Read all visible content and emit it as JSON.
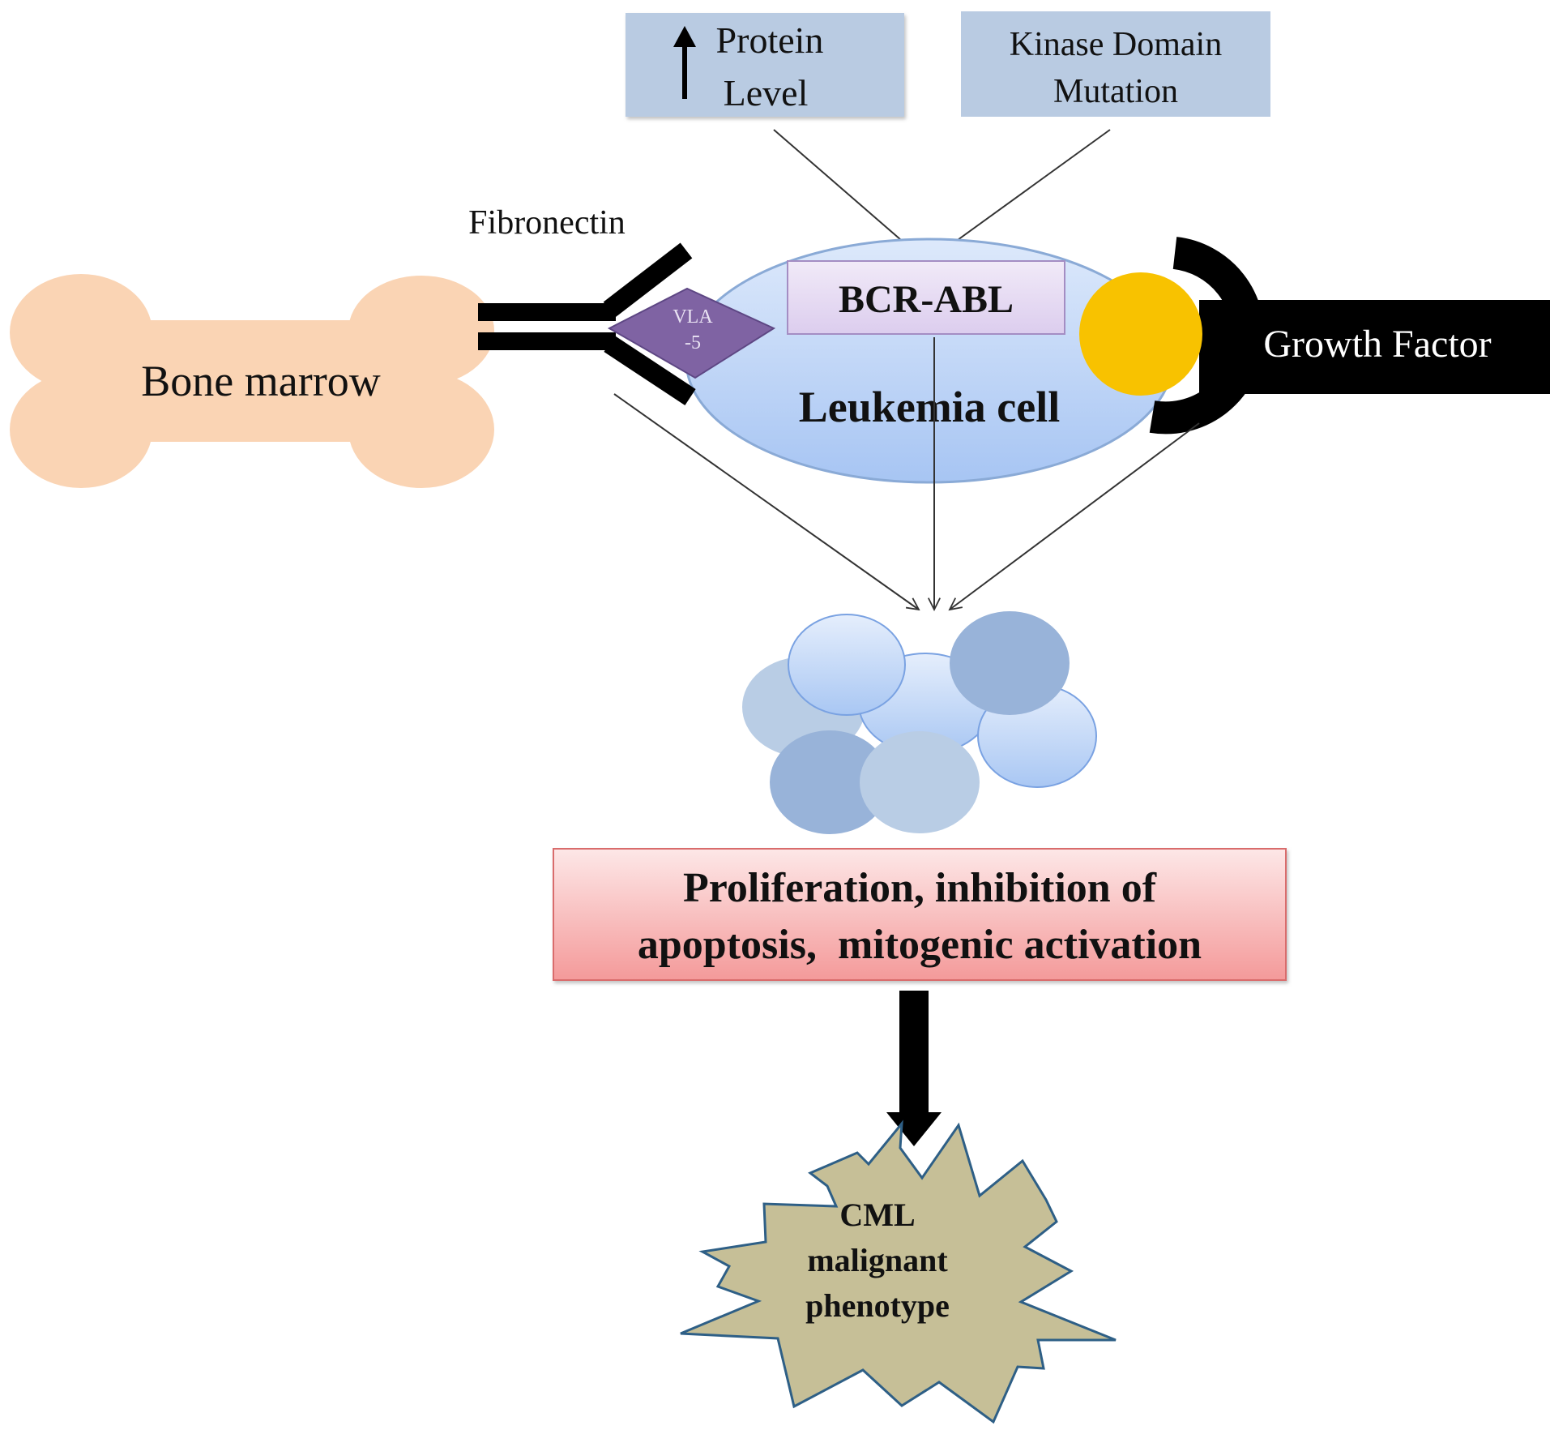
{
  "inputs": {
    "protein_level": {
      "line1": "Protein",
      "line2": "Level",
      "arrow_icon": "up-arrow-icon"
    },
    "kinase_domain": {
      "line1": "Kinase Domain",
      "line2": "Mutation"
    }
  },
  "labels": {
    "fibronectin": "Fibronectin",
    "bone_marrow": "Bone marrow",
    "vla5_line1": "VLA",
    "vla5_line2": "-5",
    "bcr_abl": "BCR-ABL",
    "leukemia_cell": "Leukemia cell",
    "growth_factor": "Growth Factor"
  },
  "outcome": {
    "line1": "Proliferation, inhibition of",
    "line2": "apoptosis,  mitogenic activation"
  },
  "result": {
    "line1": "CML",
    "line2": "malignant",
    "line3": "phenotype"
  },
  "colors": {
    "input_box": "#b9cbe2",
    "bone": "#fad4b4",
    "cell_fill": "#b4cff5",
    "cell_stroke": "#8aaad6",
    "bcr_abl_box": "#e6dbf2",
    "vla5": "#7f63a3",
    "growth_factor_ball": "#f8c200",
    "outcome_box": "#f7b8b8",
    "star": "#c6bf97"
  }
}
